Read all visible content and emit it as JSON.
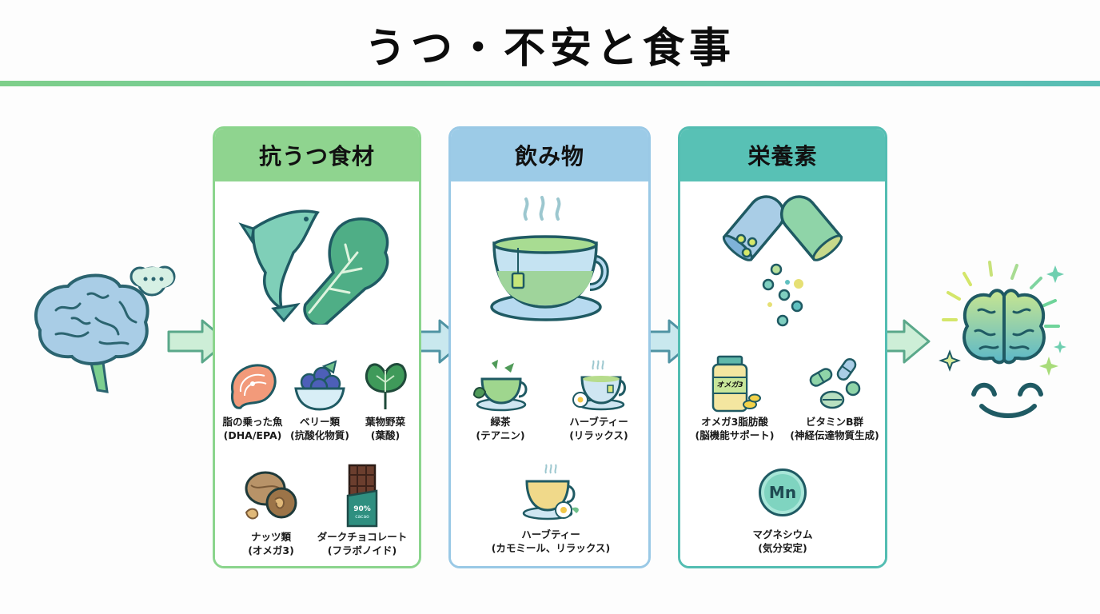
{
  "title": "うつ・不安と食事",
  "colors": {
    "green": "#8fd48f",
    "blue": "#9ccbe7",
    "teal": "#58c1b5",
    "outline": "#1f5a63"
  },
  "left_icon": "anxious-brain-icon",
  "right_icon": "happy-brain-icon",
  "panels": [
    {
      "header": "抗うつ食材",
      "hero_icon": "fish-and-greens-icon",
      "items": [
        {
          "icon": "salmon-icon",
          "name": "脂の乗った魚",
          "note": "(DHA/EPA)"
        },
        {
          "icon": "blueberry-bowl-icon",
          "name": "ベリー類",
          "note": "(抗酸化物質)"
        },
        {
          "icon": "spinach-icon",
          "name": "葉物野菜",
          "note": "(葉酸)"
        },
        {
          "icon": "walnut-icon",
          "name": "ナッツ類",
          "note": "(オメガ3)"
        },
        {
          "icon": "chocolate-bar-icon",
          "name": "ダークチョコレート",
          "note": "(フラボノイド)",
          "package_text": "90%",
          "package_sub": "cacao"
        }
      ]
    },
    {
      "header": "飲み物",
      "hero_icon": "tea-cup-icon",
      "items": [
        {
          "icon": "green-tea-icon",
          "name": "緑茶",
          "note": "(テアニン)"
        },
        {
          "icon": "herbal-tea-icon",
          "name": "ハーブティー",
          "note": "(リラックス)"
        },
        {
          "icon": "chamomile-tea-icon",
          "name": "ハーブティー",
          "note": "(カモミール、リラックス)"
        }
      ]
    },
    {
      "header": "栄養素",
      "hero_icon": "open-capsule-icon",
      "items": [
        {
          "icon": "omega3-bottle-icon",
          "name": "オメガ3脂肪酸",
          "note": "(脳機能サポート)",
          "bottle_label": "オメガ3"
        },
        {
          "icon": "vitamin-pills-icon",
          "name": "ビタミンB群",
          "note": "(神経伝達物質生成)"
        },
        {
          "icon": "magnesium-coin-icon",
          "name": "マグネシウム",
          "note": "(気分安定)",
          "symbol": "Mn"
        }
      ]
    }
  ]
}
